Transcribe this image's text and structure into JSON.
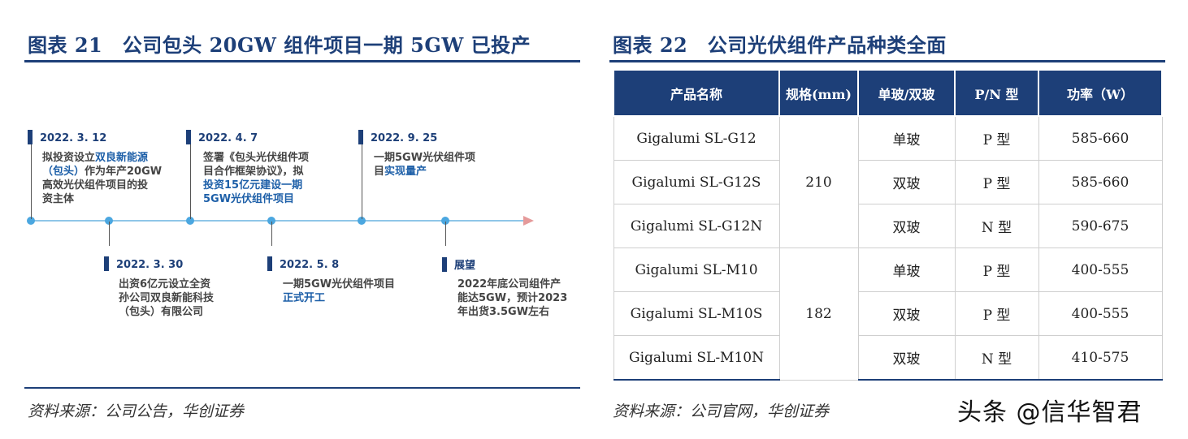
{
  "left_panel": {
    "title": "图表 21　公司包头 20GW 组件项目一期 5GW 已投产",
    "source": "资料来源：公司公告，华创证券",
    "events": [
      {
        "date": "2022. 3. 12",
        "lines": [
          "拟投资设立",
          "双良新能源",
          "（包头）",
          "作为年产20GW",
          "高效光伏组件项目的投",
          "资主体"
        ]
      },
      {
        "date": "2022. 3. 30",
        "lines": [
          "出资6亿元设立全资",
          "孙公司双良新能科技",
          "（包头）有限公司"
        ]
      },
      {
        "date": "2022. 4. 7",
        "lines": [
          "签署《包头光伏组件项",
          "目合作框架协议》，拟",
          "投资15亿元建设一期",
          "5GW光伏组件项目"
        ]
      },
      {
        "date": "2022. 5. 8",
        "lines": [
          "一期5GW光伏组件项目",
          "正式开工"
        ]
      },
      {
        "date": "2022. 9. 25",
        "lines": [
          "一期5GW光伏组件项",
          "目",
          "实现量产"
        ]
      },
      {
        "date": "展望",
        "lines": [
          "2022年底公司组件产",
          "能达5GW，预计2023",
          "年出货3.5GW左右"
        ]
      }
    ]
  },
  "right_panel": {
    "title": "图表 22　公司光伏组件产品种类全面",
    "source": "资料来源：公司官网，华创证券",
    "table": {
      "headers": [
        "产品名称",
        "规格(mm)",
        "单玻/双玻",
        "P/N 型",
        "功率（W）"
      ],
      "rows": [
        {
          "name": "Gigalumi SL-G12",
          "glass": "单玻",
          "type": "P 型",
          "power": "585-660"
        },
        {
          "name": "Gigalumi SL-G12S",
          "glass": "双玻",
          "type": "P 型",
          "power": "585-660"
        },
        {
          "name": "Gigalumi SL-G12N",
          "glass": "双玻",
          "type": "N 型",
          "power": "590-675"
        },
        {
          "name": "Gigalumi SL-M10",
          "glass": "单玻",
          "type": "P 型",
          "power": "400-555"
        },
        {
          "name": "Gigalumi SL-M10S",
          "glass": "双玻",
          "type": "P 型",
          "power": "400-555"
        },
        {
          "name": "Gigalumi SL-M10N",
          "glass": "双玻",
          "type": "N 型",
          "power": "410-575"
        }
      ],
      "spec_groups": [
        "210",
        "182"
      ]
    }
  },
  "watermark": "头条 @信华智君",
  "colors": {
    "brand": "#1d3f78",
    "timeline": "#8fc6e8",
    "dot": "#4ba7e0",
    "highlight": "#1d5fa8"
  }
}
